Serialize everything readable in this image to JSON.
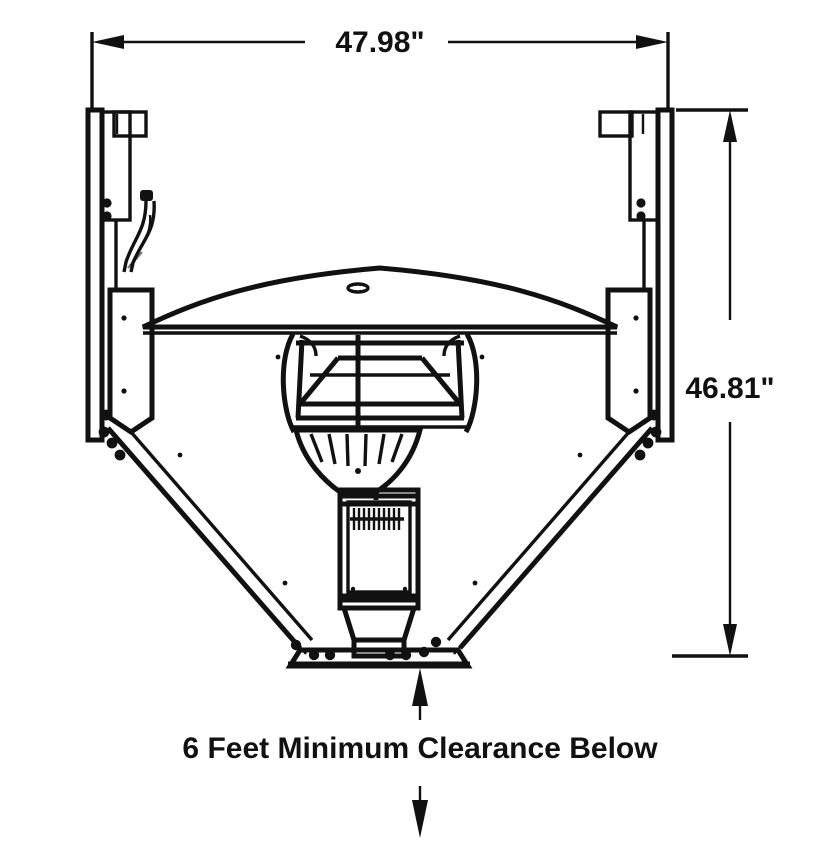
{
  "figure": {
    "title_text": "",
    "background_color": "#ffffff",
    "line_color": "#111111",
    "subject": "ceiling-mounted patio heater front elevation drawing"
  },
  "dimensions": {
    "width": {
      "label": "47.98\"",
      "orientation": "horizontal",
      "position": "top",
      "arrow_style": "outward-double"
    },
    "height": {
      "label": "46.81\"",
      "orientation": "vertical",
      "position": "right",
      "arrow_style": "double"
    }
  },
  "clearance_note": {
    "text": "6 Feet Minimum Clearance Below",
    "arrow_up": "arrow-up-icon",
    "arrow_down": "arrow-down-icon"
  },
  "components": {
    "left_bracket": "mounting-bracket-left",
    "right_bracket": "mounting-bracket-right",
    "cable": "power-cable-loop",
    "dome": "dome-reflector",
    "dome_cap": "dome-vent-cap",
    "frame": "support-frame-cage",
    "burner_skirt": "burner-skirt",
    "housing": "control-housing",
    "grille": "louvered-grille",
    "base": "base-plate",
    "arm_left": "diagonal-arm-left",
    "arm_right": "diagonal-arm-right"
  }
}
